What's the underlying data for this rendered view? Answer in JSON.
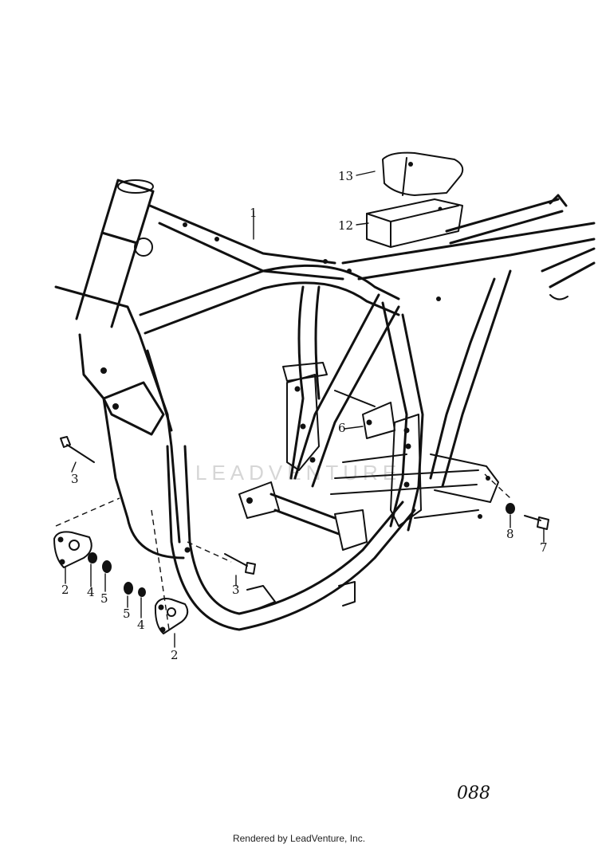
{
  "diagram": {
    "callouts": {
      "frame": "1",
      "plate_left": "2",
      "plate_right": "2",
      "bolt_left": "3",
      "bolt_center": "3",
      "washer_left": "4",
      "washer_right": "4",
      "nut_left": "5",
      "nut_right": "5",
      "bushing": "6",
      "bolt_rear": "7",
      "nut_rear": "8",
      "tray": "12",
      "cover": "13"
    },
    "drawing_code": "088",
    "watermark": "LEADVENTURE"
  },
  "footer": {
    "rendered_by": "Rendered by LeadVenture, Inc."
  }
}
